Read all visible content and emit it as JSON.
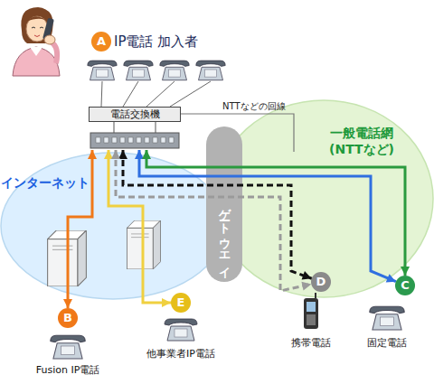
{
  "diagram": {
    "nodes": [
      {
        "text": [
          "A"
        ]
      },
      {
        "text": [
          "電話交換機"
        ]
      },
      {
        "text": [
          "インターネット"
        ]
      },
      {
        "text": [
          "一般電話網 (NTTなど)"
        ]
      },
      {
        "text": [
          "ゲートウエイ"
        ]
      },
      {
        "text": [
          "E"
        ]
      },
      {
        "text": [
          "D"
        ],
        "in": 3
      },
      {
        "text": [
          "C"
        ]
      },
      {
        "text": [
          "B"
        ]
      }
    ],
    "edges": [
      {
        "from": 1,
        "to": 8,
        "arrow": "both"
      },
      {
        "from": 1,
        "to": 5,
        "arrow": "both"
      },
      {
        "from": 1,
        "to": 6,
        "arrow": "both"
      },
      {
        "from": 1,
        "to": 6,
        "arrow": "both"
      },
      {
        "from": 1,
        "to": 7,
        "arrow": "both"
      },
      {
        "from": 1,
        "to": 7,
        "arrow": "both"
      }
    ],
    "labels": [
      "IP電話 加入者",
      "NTTなどの回線",
      "Fusion IP電話",
      "他事業者IP電話",
      "携帯電話",
      "固定電話"
    ]
  }
}
